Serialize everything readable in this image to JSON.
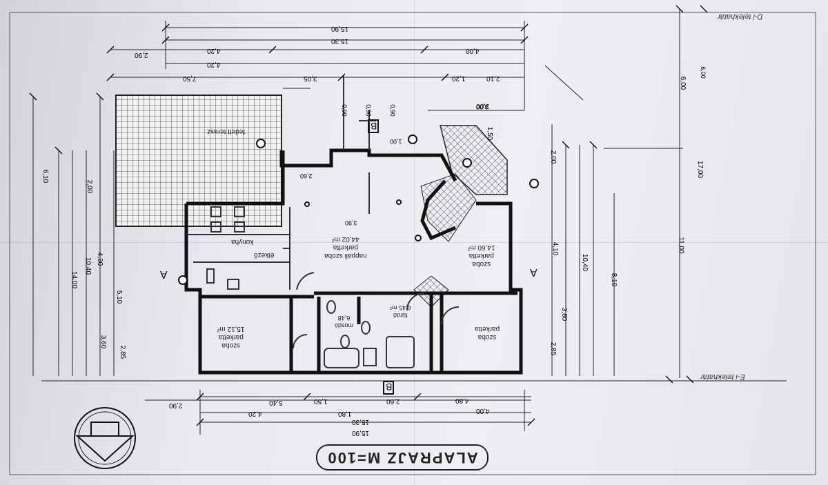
{
  "title": "ALAPRAJZ  M=100",
  "streets": {
    "top": "D-i telekhatár",
    "bottom": "É-i telekhatár"
  },
  "section_marks": {
    "a": "A",
    "b": "B"
  },
  "rooms": [
    {
      "id": "nappali",
      "name": "nappali szoba",
      "floor": "parketta",
      "area": "44,02 m²"
    },
    {
      "id": "konyha",
      "name": "konyha",
      "floor": "",
      "area": ""
    },
    {
      "id": "etkezo",
      "name": "étkező",
      "floor": "",
      "area": ""
    },
    {
      "id": "szoba1",
      "name": "szoba",
      "floor": "parketta",
      "area": "15,12 m²"
    },
    {
      "id": "szoba2",
      "name": "szoba",
      "floor": "parketta",
      "area": "14,60 m²"
    },
    {
      "id": "szoba3",
      "name": "szoba",
      "floor": "parketta",
      "area": ""
    },
    {
      "id": "furdo",
      "name": "fürdő",
      "floor": "",
      "area": "6,45 m²"
    },
    {
      "id": "mosdo",
      "name": "mosdó",
      "floor": "",
      "area": "6,48"
    },
    {
      "id": "terasz",
      "name": "fedett terasz",
      "floor": "",
      "area": ""
    }
  ],
  "dims_top": [
    "15,90",
    "15,30",
    "4,20",
    "2,90",
    "4,00",
    "3,00",
    "2,10",
    "4,20",
    "7,50",
    "3,05",
    "1,20",
    "1,50"
  ],
  "dims_bottom": [
    "15,90",
    "15,30",
    "4,00",
    "4,20",
    "4,80",
    "2,90",
    "5,40",
    "2,60",
    "1,50",
    "1,80"
  ],
  "dims_left": [
    "6,10",
    "14,00",
    "10,40",
    "5,10",
    "3,60",
    "2,85",
    "2,00",
    "4,30"
  ],
  "dims_right": [
    "17,00",
    "11,00",
    "10,40",
    "8,10",
    "6,00",
    "4,10",
    "2,85",
    "3,60",
    "2,00"
  ],
  "labels_misc": [
    "1,00",
    "3,00",
    "2,60",
    "3,90",
    "6,00",
    "0,90",
    "0,90",
    "0,90"
  ]
}
